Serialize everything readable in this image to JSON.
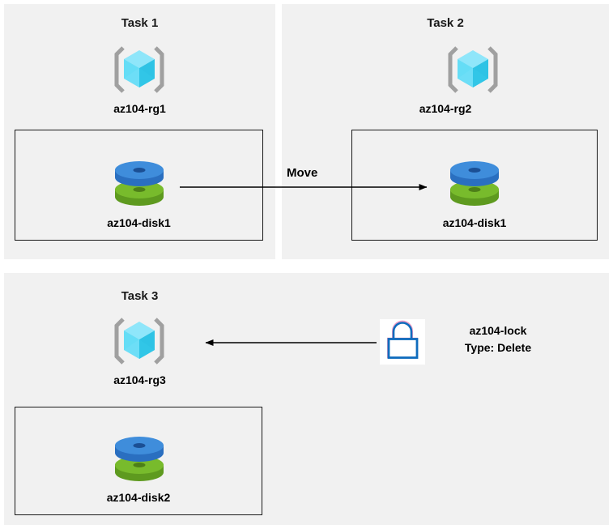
{
  "diagram": {
    "title_hidden": "",
    "background": "#ffffff",
    "panel_background": "#f1f1f1",
    "box_border_color": "#1a1a1a",
    "arrow_color": "#000000"
  },
  "panels": [
    {
      "id": "task1",
      "title": "Task 1",
      "resource_group": {
        "icon": "resource-group-icon",
        "label": "az104-rg1"
      },
      "resource": {
        "icon": "managed-disk-icon",
        "label": "az104-disk1"
      }
    },
    {
      "id": "task2",
      "title": "Task 2",
      "resource_group": {
        "icon": "resource-group-icon",
        "label": "az104-rg2"
      },
      "resource": {
        "icon": "managed-disk-icon",
        "label": "az104-disk1"
      }
    },
    {
      "id": "task3",
      "title": "Task 3",
      "resource_group": {
        "icon": "resource-group-icon",
        "label": "az104-rg3"
      },
      "resource": {
        "icon": "managed-disk-icon",
        "label": "az104-disk2"
      }
    }
  ],
  "connectors": [
    {
      "id": "move-arrow",
      "label": "Move",
      "direction": "right",
      "from": "az104-disk1 (az104-rg1)",
      "to": "az104-disk1 (az104-rg2)"
    },
    {
      "id": "lock-arrow",
      "label": "",
      "direction": "left",
      "from": "az104-lock",
      "to": "az104-rg3"
    }
  ],
  "lock": {
    "icon": "lock-icon",
    "name": "az104-lock",
    "type_line": "Type: Delete"
  },
  "colors": {
    "rg_cube_light": "#7fe0f8",
    "rg_cube_mid": "#4fd2f0",
    "rg_cube_dark": "#2fbede",
    "rg_bracket": "#a0a0a0",
    "disk_blue_top": "#3f8ddb",
    "disk_blue_side": "#2a6fc0",
    "disk_blue_hole": "#1b4f94",
    "disk_green_top": "#78bb2c",
    "disk_green_side": "#5e9a1f",
    "disk_green_hole": "#4d7f18",
    "lock_stroke": "#0f6cbd",
    "lock_tint": "#e46aa7"
  }
}
